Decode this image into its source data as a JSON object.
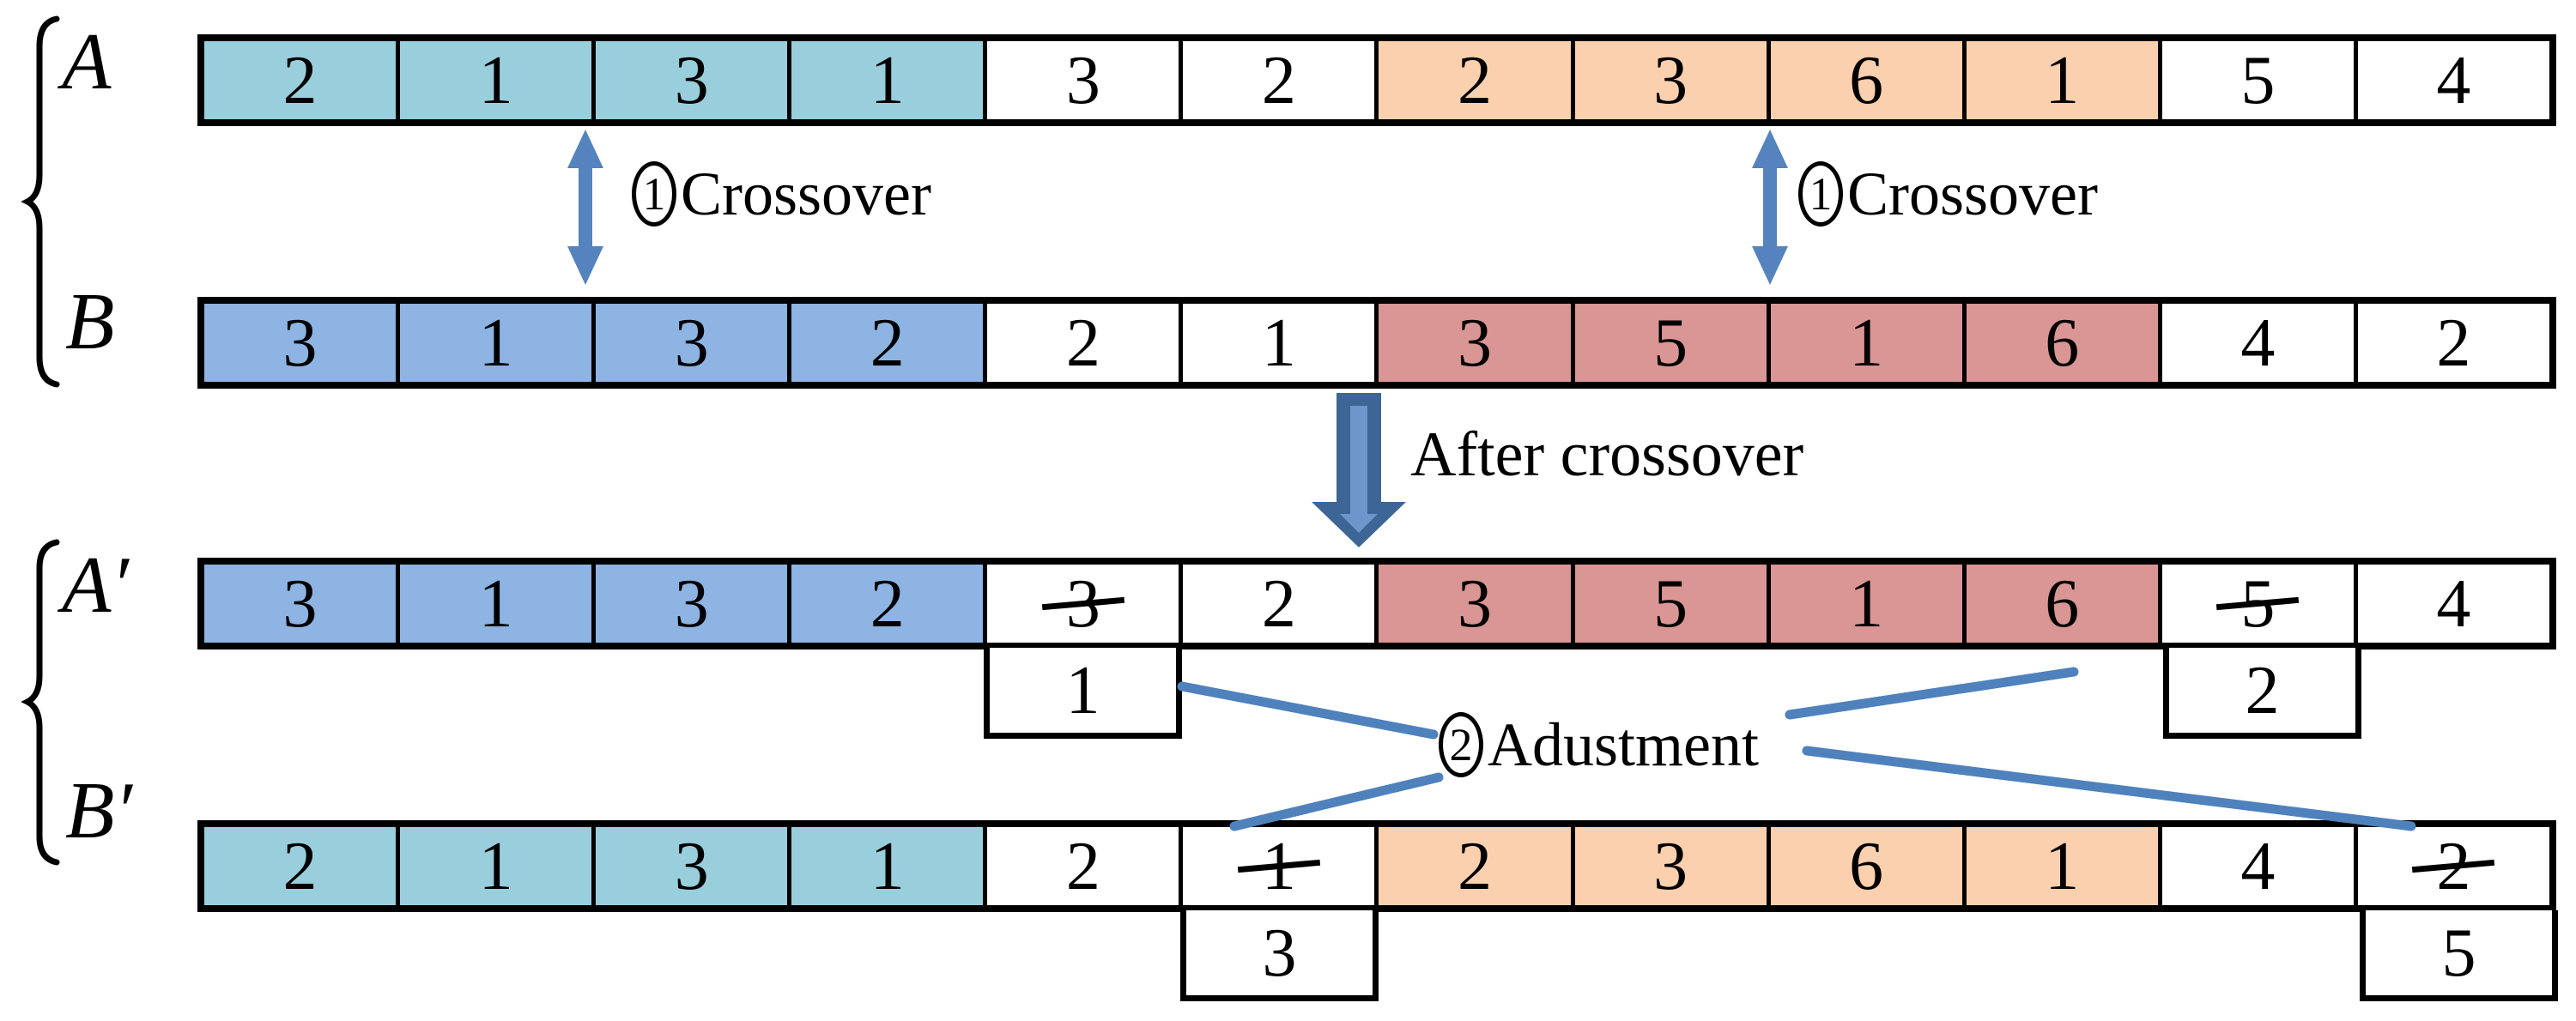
{
  "colors": {
    "teal": "#99CEDC",
    "blue": "#8DB4E2",
    "pink": "#D99694",
    "orange": "#FBD0AE",
    "white": "#FFFFFF",
    "arrow_blue": "#5483BE",
    "big_arrow_dark": "#3D6697",
    "big_arrow_light": "#6E96CC",
    "line_blue": "#4F81BD",
    "border_black": "#000000"
  },
  "group_labels": {
    "a": "A",
    "b": "B",
    "a_prime": "A′",
    "b_prime": "B′"
  },
  "annotations": {
    "crossover_left": {
      "step": "1",
      "text": "Crossover"
    },
    "crossover_right": {
      "step": "1",
      "text": "Crossover"
    },
    "after_crossover": "After crossover",
    "adjustment": {
      "step": "2",
      "text": "Adustment"
    }
  },
  "rows": {
    "A": {
      "cells": [
        {
          "v": "2",
          "c": "teal"
        },
        {
          "v": "1",
          "c": "teal"
        },
        {
          "v": "3",
          "c": "teal"
        },
        {
          "v": "1",
          "c": "teal"
        },
        {
          "v": "3",
          "c": "white"
        },
        {
          "v": "2",
          "c": "white"
        },
        {
          "v": "2",
          "c": "orange"
        },
        {
          "v": "3",
          "c": "orange"
        },
        {
          "v": "6",
          "c": "orange"
        },
        {
          "v": "1",
          "c": "orange"
        },
        {
          "v": "5",
          "c": "white"
        },
        {
          "v": "4",
          "c": "white"
        }
      ]
    },
    "B": {
      "cells": [
        {
          "v": "3",
          "c": "blue"
        },
        {
          "v": "1",
          "c": "blue"
        },
        {
          "v": "3",
          "c": "blue"
        },
        {
          "v": "2",
          "c": "blue"
        },
        {
          "v": "2",
          "c": "white"
        },
        {
          "v": "1",
          "c": "white"
        },
        {
          "v": "3",
          "c": "pink"
        },
        {
          "v": "5",
          "c": "pink"
        },
        {
          "v": "1",
          "c": "pink"
        },
        {
          "v": "6",
          "c": "pink"
        },
        {
          "v": "4",
          "c": "white"
        },
        {
          "v": "2",
          "c": "white"
        }
      ]
    },
    "A_prime": {
      "cells": [
        {
          "v": "3",
          "c": "blue"
        },
        {
          "v": "1",
          "c": "blue"
        },
        {
          "v": "3",
          "c": "blue"
        },
        {
          "v": "2",
          "c": "blue"
        },
        {
          "v": "3",
          "c": "white",
          "strike": true
        },
        {
          "v": "2",
          "c": "white"
        },
        {
          "v": "3",
          "c": "pink"
        },
        {
          "v": "5",
          "c": "pink"
        },
        {
          "v": "1",
          "c": "pink"
        },
        {
          "v": "6",
          "c": "pink"
        },
        {
          "v": "5",
          "c": "white",
          "strike": true
        },
        {
          "v": "4",
          "c": "white"
        }
      ]
    },
    "B_prime": {
      "cells": [
        {
          "v": "2",
          "c": "teal"
        },
        {
          "v": "1",
          "c": "teal"
        },
        {
          "v": "3",
          "c": "teal"
        },
        {
          "v": "1",
          "c": "teal"
        },
        {
          "v": "2",
          "c": "white"
        },
        {
          "v": "1",
          "c": "white",
          "strike": true
        },
        {
          "v": "2",
          "c": "orange"
        },
        {
          "v": "3",
          "c": "orange"
        },
        {
          "v": "6",
          "c": "orange"
        },
        {
          "v": "1",
          "c": "orange"
        },
        {
          "v": "4",
          "c": "white"
        },
        {
          "v": "2",
          "c": "white",
          "strike": true
        }
      ]
    }
  },
  "pending_cells": [
    {
      "row": "A_prime",
      "col": 4,
      "v": "1"
    },
    {
      "row": "A_prime",
      "col": 10,
      "v": "2"
    },
    {
      "row": "B_prime",
      "col": 5,
      "v": "3"
    },
    {
      "row": "B_prime",
      "col": 11,
      "v": "5"
    }
  ]
}
